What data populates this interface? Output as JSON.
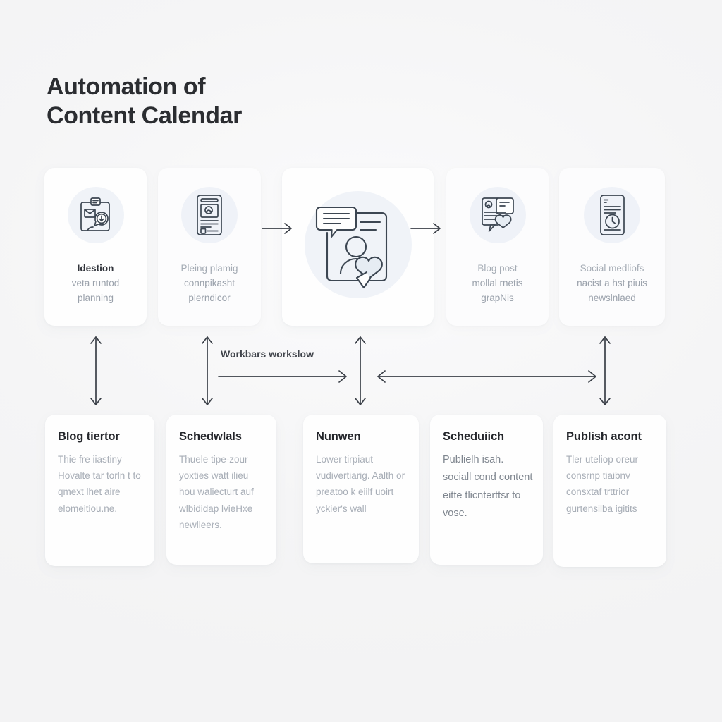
{
  "page": {
    "title_line1": "Automation of",
    "title_line2": "Content Calendar",
    "background_color": "#f7f7f7",
    "accent_color": "#eaeff5",
    "icon_stroke_color": "#3c4652",
    "heading_color": "#24262b",
    "body_color": "#a8aeb7"
  },
  "pipeline": {
    "flow_label": "Workbars workslow",
    "cards": [
      {
        "id": "ideation",
        "icon": "clipboard-envelope-clock-icon",
        "heading": "Idestion",
        "body_line1": "veta runtod",
        "body_line2": "planning",
        "heading_emphasis": "bold"
      },
      {
        "id": "content-planning",
        "icon": "document-image-lines-icon",
        "heading": "Pleing plamig",
        "body_line1": "connpikasht",
        "body_line2": "plerndicor",
        "heading_emphasis": "normal"
      },
      {
        "id": "creation-hub",
        "icon": "document-comment-user-heart-icon",
        "heading": "",
        "body_line1": "",
        "body_line2": "",
        "heading_emphasis": "none"
      },
      {
        "id": "blog-post",
        "icon": "article-card-heart-icon",
        "heading": "Blog post",
        "body_line1": "mollal rnetis",
        "body_line2": "grapNis",
        "heading_emphasis": "normal"
      },
      {
        "id": "social-media",
        "icon": "document-clock-icon",
        "heading": "Social medliofs",
        "body_line1": "nacist a hst piuis",
        "body_line2": "newslnlaed",
        "heading_emphasis": "normal"
      }
    ]
  },
  "details": {
    "cards": [
      {
        "id": "blog-editor",
        "title": "Blog tiertor",
        "body": "Thie fre iiastiny Hovalte tar torln t to qmext lhet aire elomeitiou.ne.",
        "tone": "light"
      },
      {
        "id": "schedule-list",
        "title": "Schedwlals",
        "body": "Thuele tipe-zour yoxties watt ilieu hou waliecturt auf wlbididap lvieHxe newlleers.",
        "tone": "light"
      },
      {
        "id": "review",
        "title": "Nunwen",
        "body": "Lower tirpiaut vudivertiarig. Aalth or preatoo k eiilf uoirt yckier's wall",
        "tone": "light"
      },
      {
        "id": "schedule-publish",
        "title": "Scheduiich",
        "body": "Publielh isah. sociall cond content eitte tlicnterttsr to vose.",
        "tone": "dark"
      },
      {
        "id": "publish-account",
        "title": "Publish acont",
        "body": "Tler uteliop oreur consrnp tiaibnv consxtaf trttrior gurtensilba igitits",
        "tone": "light"
      }
    ]
  },
  "connectors": {
    "horizontal_arrows": [
      {
        "name": "arrow-plan-to-hub",
        "direction": "right"
      },
      {
        "name": "arrow-hub-to-blog",
        "direction": "right"
      },
      {
        "name": "arrow-workflow-forward",
        "direction": "right"
      },
      {
        "name": "arrow-feedback-loop",
        "direction": "both"
      }
    ],
    "vertical_arrows": [
      {
        "name": "link-ideation-to-blog-editor",
        "direction": "both"
      },
      {
        "name": "link-planning-to-schedule",
        "direction": "both"
      },
      {
        "name": "link-hub-to-review",
        "direction": "both"
      },
      {
        "name": "link-social-to-publish",
        "direction": "both"
      }
    ]
  }
}
